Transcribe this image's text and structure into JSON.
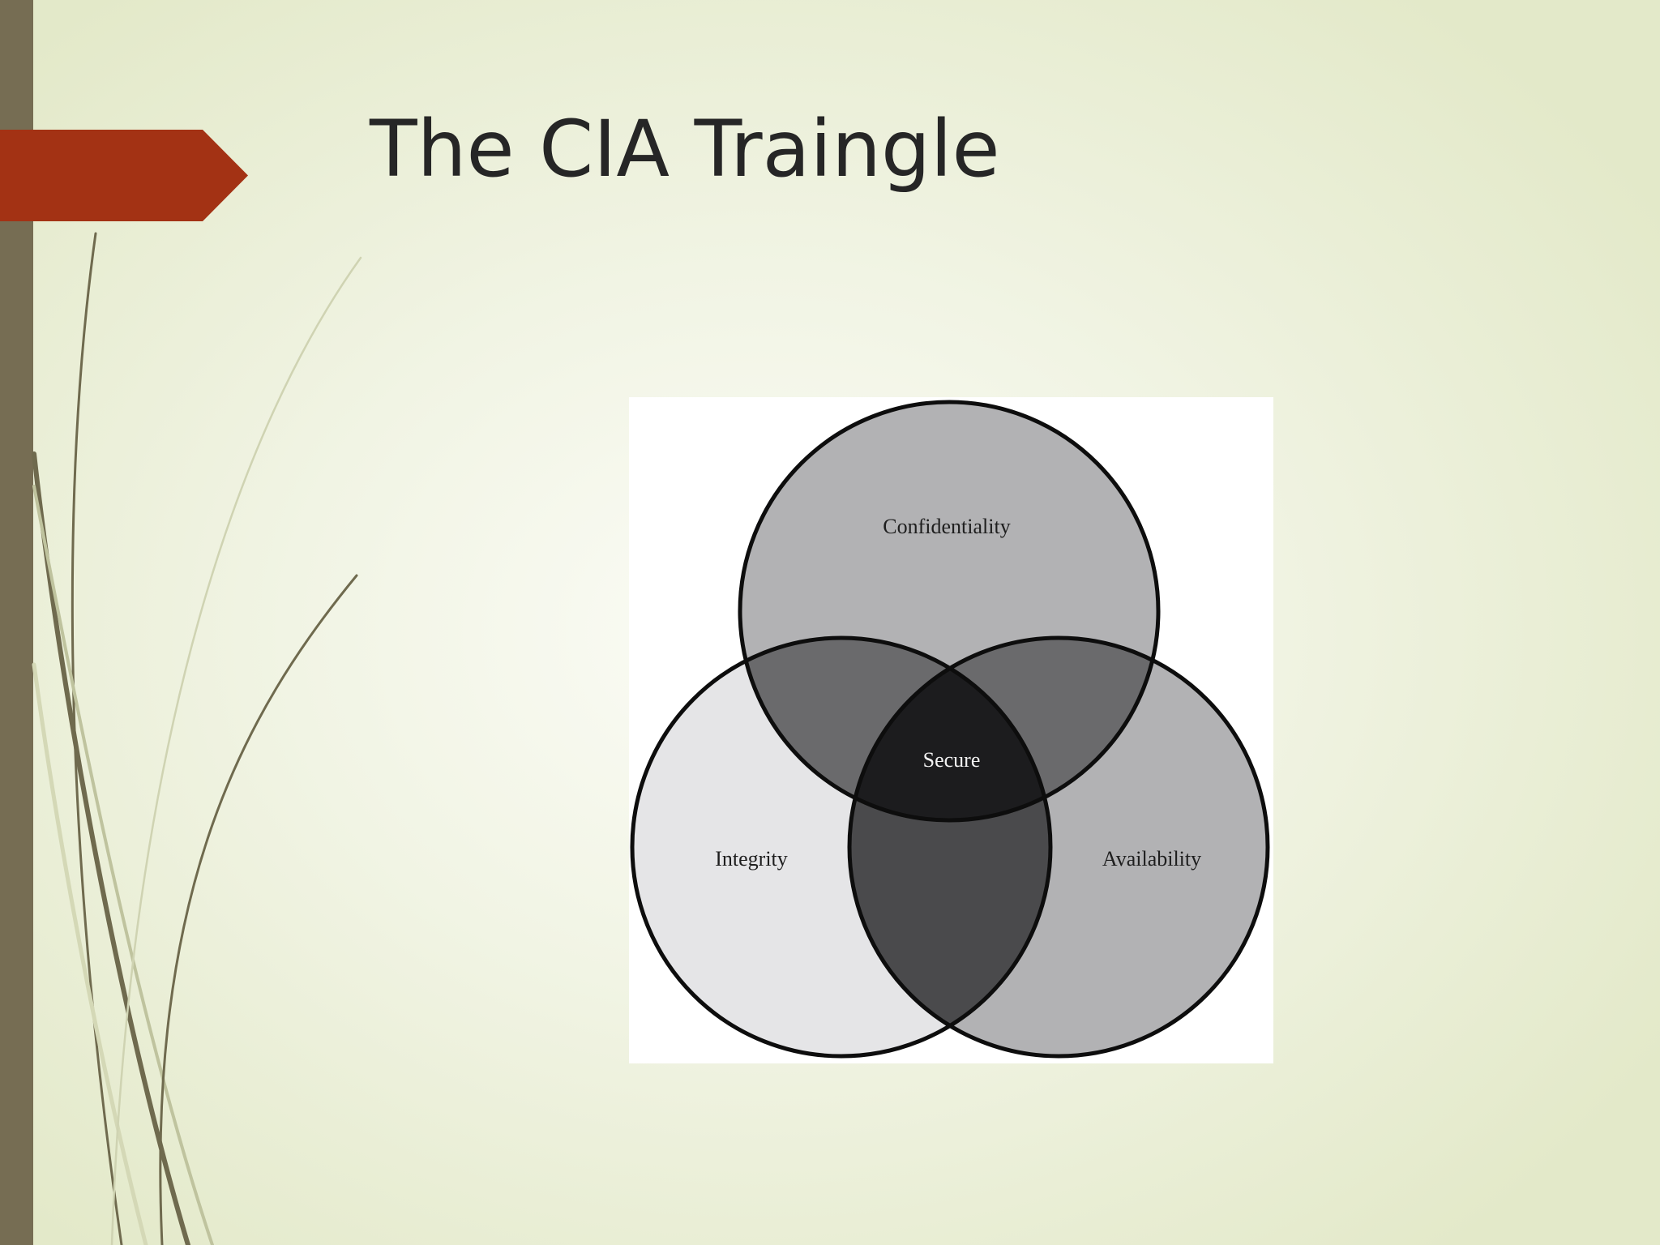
{
  "slide": {
    "title": "The CIA Traingle"
  },
  "diagram": {
    "type": "venn-3",
    "labels": {
      "top": "Confidentiality",
      "left": "Integrity",
      "right": "Availability",
      "center": "Secure"
    },
    "colors": {
      "top_only": "#b2b2b4",
      "left_only": "#e5e5e7",
      "right_only": "#b2b2b4",
      "top_left": "#6a6a6c",
      "top_right": "#6a6a6c",
      "left_right": "#4a4a4c",
      "center": "#1c1c1e",
      "outline": "#0d0d0d"
    }
  },
  "theme": {
    "accent": "#a33214",
    "sidebar": "#766d53"
  }
}
